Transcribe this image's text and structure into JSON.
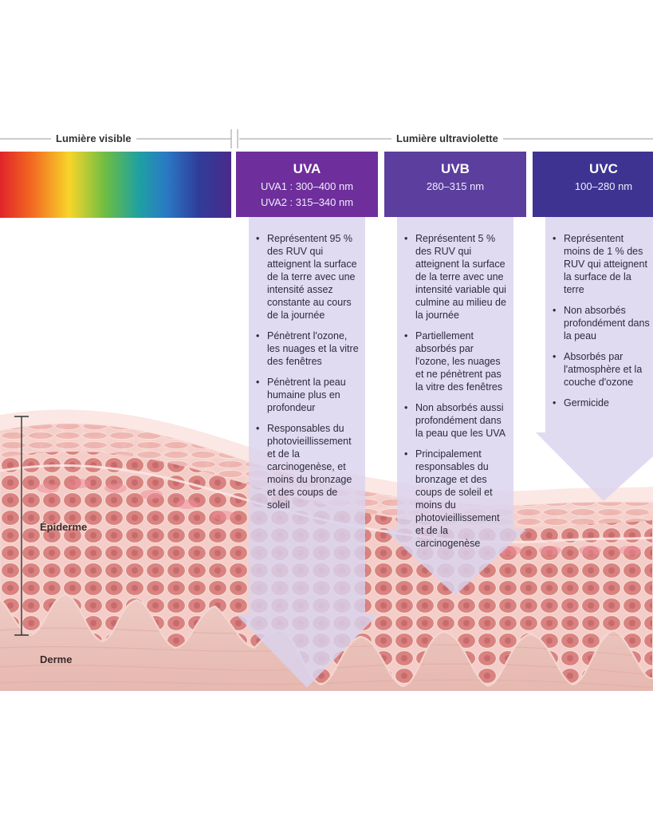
{
  "headers": {
    "visible": "Lumière visible",
    "uv": "Lumière ultraviolette"
  },
  "uva": {
    "title": "UVA",
    "range1": "UVA1 : 300–400 nm",
    "range2": "UVA2 : 315–340 nm",
    "points": [
      "Représentent 95 % des RUV qui atteignent la surface de la terre avec une intensité assez constante au cours de la journée",
      "Pénètrent l'ozone, les nuages et la vitre des fenêtres",
      "Pénètrent la peau humaine plus en profondeur",
      "Responsables du photovieillissement et de la carcinogenèse, et moins du bronzage et des coups de soleil"
    ]
  },
  "uvb": {
    "title": "UVB",
    "range": "280–315 nm",
    "points": [
      "Représentent 5 % des RUV qui atteignent la surface de la terre avec une intensité variable qui culmine au milieu de la journée",
      "Partiellement absorbés par l'ozone, les nuages et ne pénètrent pas la vitre des fenêtres",
      "Non absorbés aussi profondément dans la peau que les UVA",
      "Principalement responsables du bronzage et des coups de soleil et moins du photovieillissement et de la carcinogenèse"
    ]
  },
  "uvc": {
    "title": "UVC",
    "range": "100–280 nm",
    "points": [
      "Représentent moins de 1 % des RUV qui atteignent la surface de la terre",
      "Non absorbés profondément dans la peau",
      "Absorbés par l'atmosphère et la couche d'ozone",
      "Germicide"
    ]
  },
  "layers": {
    "epidermis": "Épiderme",
    "dermis": "Derme"
  },
  "colors": {
    "uva": "#6e2f9c",
    "uvb": "#5b3e9e",
    "uvc": "#3f3392",
    "arrow": "#d9d3ee",
    "skin_light": "#f3c9c4",
    "skin_cell": "#d98582",
    "dermis": "#eed0c8"
  }
}
